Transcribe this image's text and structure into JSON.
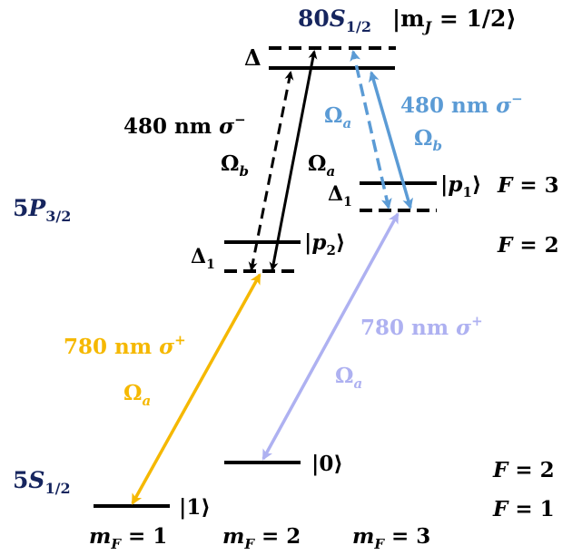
{
  "colors": {
    "black": "#000000",
    "navy": "#16255e",
    "orange": "#f5b800",
    "lavender": "#aeb1f1",
    "blue": "#5b9bd5"
  },
  "states": {
    "rydberg": {
      "n": "80",
      "sym": "S",
      "sub": "1/2",
      "mj": "|m",
      "mj_sub": "J",
      "mj_val": " = 1/2⟩"
    },
    "excited": {
      "n": "5",
      "sym": "P",
      "sub": "3/2"
    },
    "ground": {
      "n": "5",
      "sym": "S",
      "sub": "1/2"
    },
    "p1": {
      "open": "|",
      "sym": "p",
      "sub": "1",
      "close": "⟩"
    },
    "p2": {
      "open": "|",
      "sym": "p",
      "sub": "2",
      "close": "⟩"
    },
    "zero": "|0⟩",
    "one": "|1⟩"
  },
  "detunings": {
    "big": "Δ",
    "small_sym": "Δ",
    "small_sub": "1"
  },
  "hyperfine": {
    "F_sym": "F",
    "F3": " = 3",
    "F2_excited": " = 2",
    "F2_ground": " = 2",
    "F1": " = 1"
  },
  "mF": [
    {
      "sym": "m",
      "sub": "F",
      "val": " = 1"
    },
    {
      "sym": "m",
      "sub": "F",
      "val": " = 2"
    },
    {
      "sym": "m",
      "sub": "F",
      "val": " = 3"
    }
  ],
  "lasers": {
    "black_480": {
      "wavelength": "480 nm ",
      "pol": "σ",
      "pol_sup": "−"
    },
    "blue_480": {
      "wavelength": "480 nm ",
      "pol": "σ",
      "pol_sup": "−"
    },
    "orange_780": {
      "wavelength": "780 nm ",
      "pol": "σ",
      "pol_sup": "+"
    },
    "lav_780": {
      "wavelength": "780 nm ",
      "pol": "σ",
      "pol_sup": "+"
    }
  },
  "rabi": {
    "omega": "Ω",
    "a": "a",
    "b": "b"
  }
}
